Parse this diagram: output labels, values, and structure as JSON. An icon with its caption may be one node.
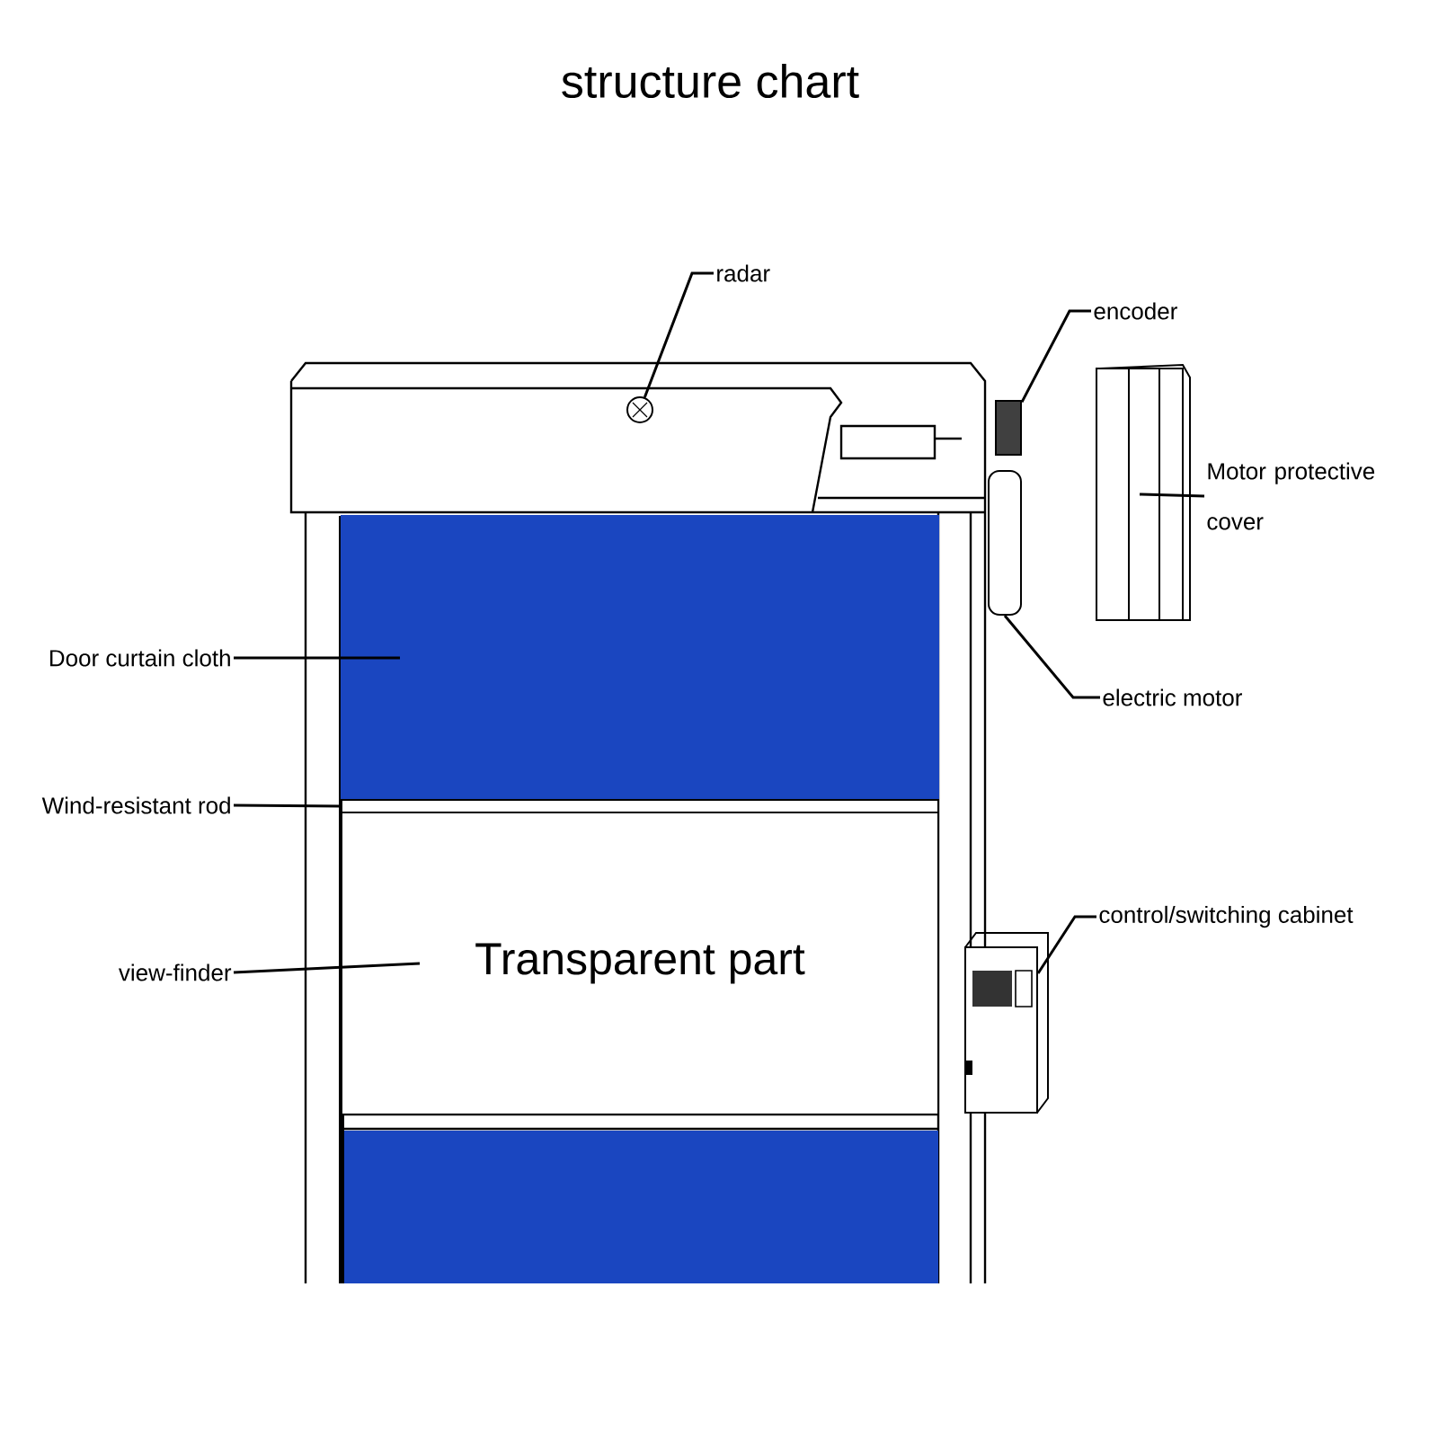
{
  "diagram": {
    "title": "structure chart",
    "nodes": [
      {
        "text": [
          "radar"
        ]
      },
      {
        "text": [],
        "shape": "circle"
      },
      {
        "text": [
          "encoder"
        ]
      },
      {
        "text": [],
        "shape": "box"
      },
      {
        "text": [
          "Motor protective cover"
        ]
      },
      {
        "text": [],
        "shape": "box"
      },
      {
        "text": [
          "electric motor"
        ]
      },
      {
        "text": [],
        "shape": "cylinder"
      },
      {
        "text": [
          "Door curtain cloth"
        ]
      },
      {
        "text": [],
        "shape": "box"
      },
      {
        "text": [
          "Wind-resistant rod"
        ]
      },
      {
        "text": [],
        "shape": "bar"
      },
      {
        "text": [
          "view-finder"
        ]
      },
      {
        "text": [
          "Transparent part"
        ]
      },
      {
        "text": [
          "control/switching cabinet"
        ]
      },
      {
        "text": [],
        "shape": "box"
      }
    ],
    "edges": [
      {
        "from": 0,
        "to": 1,
        "arrow": "none"
      },
      {
        "from": 2,
        "to": 3,
        "arrow": "none"
      },
      {
        "from": 4,
        "to": 5,
        "arrow": "none"
      },
      {
        "from": 6,
        "to": 7,
        "arrow": "none"
      },
      {
        "from": 8,
        "to": 9,
        "arrow": "none"
      },
      {
        "from": 10,
        "to": 11,
        "arrow": "none"
      },
      {
        "from": 12,
        "to": 13,
        "arrow": "none"
      },
      {
        "from": 14,
        "to": 15,
        "arrow": "none"
      }
    ]
  }
}
